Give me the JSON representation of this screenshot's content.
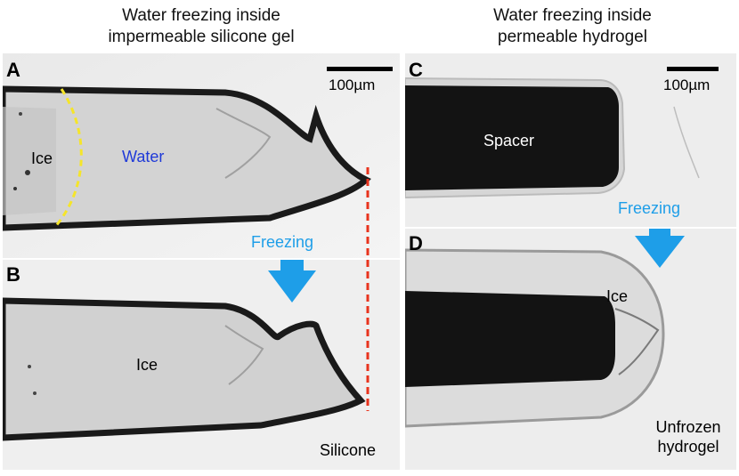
{
  "titles": {
    "left": [
      "Water freezing inside",
      "impermeable silicone gel"
    ],
    "right": [
      "Water freezing inside",
      "permeable hydrogel"
    ]
  },
  "panels": {
    "a": {
      "letter": "A",
      "labels": {
        "ice": "Ice",
        "water": "Water"
      },
      "scale": "100µm"
    },
    "b": {
      "letter": "B",
      "labels": {
        "ice": "Ice",
        "silicone": "Silicone"
      }
    },
    "c": {
      "letter": "C",
      "labels": {
        "spacer": "Spacer"
      },
      "scale": "100µm"
    },
    "d": {
      "letter": "D",
      "labels": {
        "ice": "Ice",
        "unfrozen": [
          "Unfrozen",
          "hydrogel"
        ]
      }
    }
  },
  "arrows": {
    "left": "Freezing",
    "right": "Freezing"
  },
  "colors": {
    "water_label": "#1f3ad8",
    "freezing_arrow": "#1e9ee8",
    "ice_front": "#f5e52a",
    "silicone_boundary": "#e8331d"
  }
}
